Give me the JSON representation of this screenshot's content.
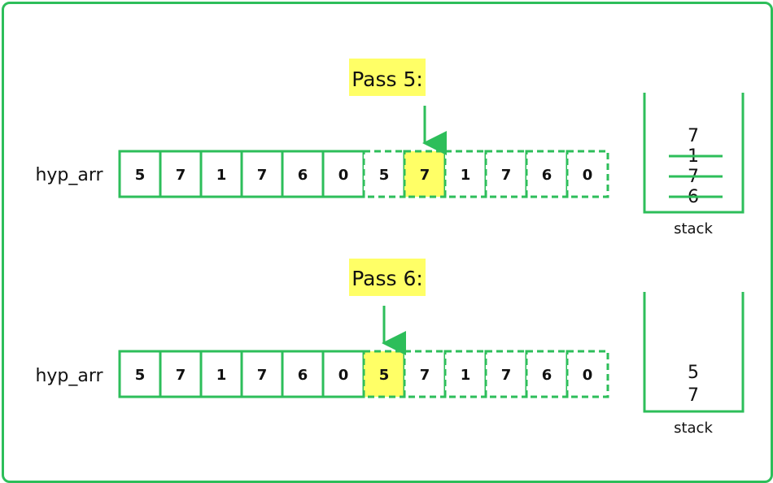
{
  "colors": {
    "border": "#2dbe5a",
    "highlight": "#ffff66",
    "text": "#111111"
  },
  "passes": [
    {
      "label": "Pass 5:",
      "array_label": "hyp_arr",
      "cells": [
        "5",
        "7",
        "1",
        "7",
        "6",
        "0",
        "5",
        "7",
        "1",
        "7",
        "6",
        "0"
      ],
      "highlight_index": 7,
      "stack_caption": "stack",
      "stack": [
        {
          "value": "7",
          "struck": false
        },
        {
          "value": "1",
          "struck": true
        },
        {
          "value": "7",
          "struck": true
        },
        {
          "value": "6",
          "struck": true
        }
      ]
    },
    {
      "label": "Pass 6:",
      "array_label": "hyp_arr",
      "cells": [
        "5",
        "7",
        "1",
        "7",
        "6",
        "0",
        "5",
        "7",
        "1",
        "7",
        "6",
        "0"
      ],
      "highlight_index": 6,
      "stack_caption": "stack",
      "stack": [
        {
          "value": "5",
          "struck": false
        },
        {
          "value": "7",
          "struck": false
        }
      ]
    }
  ]
}
